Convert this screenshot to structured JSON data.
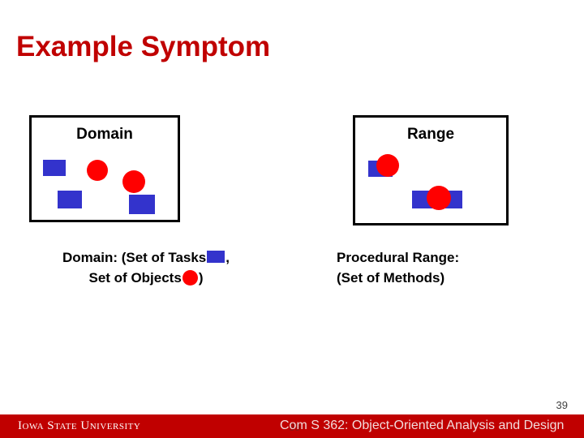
{
  "slide": {
    "title": "Example Symptom",
    "page_number": "39"
  },
  "diagram": {
    "domain": {
      "heading": "Domain",
      "shapes": [
        {
          "name": "blue-square",
          "color": "#3333CC"
        },
        {
          "name": "blue-square",
          "color": "#3333CC"
        },
        {
          "name": "blue-square",
          "color": "#3333CC"
        },
        {
          "name": "red-circle",
          "color": "#FF0000"
        },
        {
          "name": "red-circle",
          "color": "#FF0000"
        }
      ],
      "caption_line1": "Domain: (Set of Tasks",
      "caption_after_square": ",",
      "caption_line2": "Set of Objects",
      "caption_after_circle": ")"
    },
    "range": {
      "heading": "Range",
      "shapes": [
        {
          "name": "blue-square",
          "color": "#3333CC"
        },
        {
          "name": "red-circle",
          "color": "#FF0000"
        },
        {
          "name": "blue-square",
          "color": "#3333CC"
        },
        {
          "name": "red-circle",
          "color": "#FF0000"
        }
      ],
      "caption_line1": "Procedural Range:",
      "caption_line2": "(Set of Methods)"
    }
  },
  "footer": {
    "university": "Iowa State University",
    "course": "Com S 362: Object-Oriented Analysis and Design",
    "ghost_page": "39",
    "band_color": "#C00000"
  },
  "theme": {
    "title_color": "#C00000",
    "square_color": "#3333CC",
    "circle_color": "#FF0000",
    "outline_color": "#000000"
  }
}
